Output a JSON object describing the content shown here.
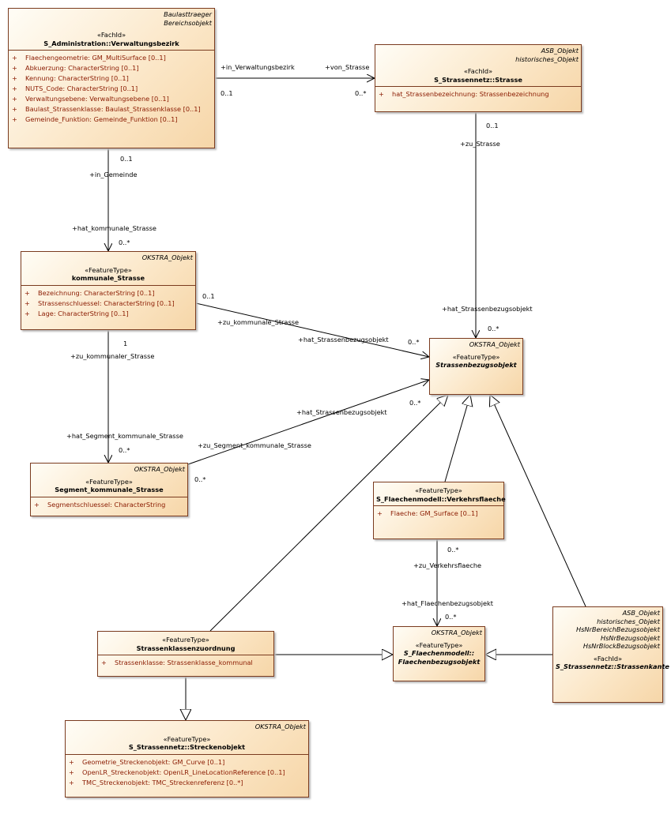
{
  "classes": {
    "verwaltungsbezirk": {
      "tags": [
        "Baulasttraeger",
        "Bereichsobjekt"
      ],
      "stereotype": "«FachId»",
      "name": [
        "S_Administration::Verwaltungsbezirk"
      ],
      "attributes": [
        "Flaechengeometrie: GM_MultiSurface [0..1]",
        "Abkuerzung: CharacterString [0..1]",
        "Kennung: CharacterString [0..1]",
        "NUTS_Code: CharacterString [0..1]",
        "Verwaltungsebene: Verwaltungsebene [0..1]",
        "Baulast_Strassenklasse: Baulast_Strassenklasse [0..1]",
        "Gemeinde_Funktion: Gemeinde_Funktion [0..1]"
      ]
    },
    "strasse": {
      "tags": [
        "ASB_Objekt",
        "historisches_Objekt"
      ],
      "stereotype": "«FachId»",
      "name": [
        "S_Strassennetz::Strasse"
      ],
      "attributes": [
        "hat_Strassenbezeichnung: Strassenbezeichnung"
      ]
    },
    "kommunale_strasse": {
      "tags": [
        "OKSTRA_Objekt"
      ],
      "stereotype": "«FeatureType»",
      "name": [
        "kommunale_Strasse"
      ],
      "attributes": [
        "Bezeichnung: CharacterString [0..1]",
        "Strassenschluessel: CharacterString [0..1]",
        "Lage: CharacterString [0..1]"
      ]
    },
    "strassenbezugsobjekt": {
      "tags": [
        "OKSTRA_Objekt"
      ],
      "stereotype": "«FeatureType»",
      "name": [
        "Strassenbezugsobjekt"
      ],
      "attributes": []
    },
    "segment": {
      "tags": [
        "OKSTRA_Objekt"
      ],
      "stereotype": "«FeatureType»",
      "name": [
        "Segment_kommunale_Strasse"
      ],
      "attributes": [
        "Segmentschluessel: CharacterString"
      ]
    },
    "verkehrsflaeche": {
      "tags": [],
      "stereotype": "«FeatureType»",
      "name": [
        "S_Flaechenmodell::Verkehrsflaeche"
      ],
      "attributes": [
        "Flaeche: GM_Surface [0..1]"
      ]
    },
    "strassenklassenzuordnung": {
      "tags": [],
      "stereotype": "«FeatureType»",
      "name": [
        "Strassenklassenzuordnung"
      ],
      "attributes": [
        "Strassenklasse: Strassenklasse_kommunal"
      ]
    },
    "flaechenbezugsobjekt": {
      "tags": [
        "OKSTRA_Objekt"
      ],
      "stereotype": "«FeatureType»",
      "name": [
        "S_Flaechenmodell::",
        "Flaechenbezugsobjekt"
      ],
      "attributes": []
    },
    "strassenkante": {
      "tags": [
        "ASB_Objekt",
        "historisches_Objekt",
        "HsNrBereichBezugsobjekt",
        "HsNrBezugsobjekt",
        "HsNrBlockBezugsobjekt"
      ],
      "stereotype": "«FachId»",
      "name": [
        "S_Strassennetz::Strassenkante"
      ],
      "attributes": []
    },
    "streckenobjekt": {
      "tags": [
        "OKSTRA_Objekt"
      ],
      "stereotype": "«FeatureType»",
      "name": [
        "S_Strassennetz::Streckenobjekt"
      ],
      "attributes": [
        "Geometrie_Streckenobjekt: GM_Curve [0..1]",
        "OpenLR_Streckenobjekt: OpenLR_LineLocationReference [0..1]",
        "TMC_Streckenobjekt: TMC_Streckenreferenz [0..*]"
      ]
    }
  },
  "labels": {
    "in_verwaltungsbezirk": "+in_Verwaltungsbezirk",
    "von_strasse": "+von_Strasse",
    "m_vb_strasse_1": "0..1",
    "m_vb_strasse_2": "0..*",
    "in_gemeinde": "+in_Gemeinde",
    "m_vb_ks_1": "0..1",
    "hat_kommunale_strasse": "+hat_kommunale_Strasse",
    "m_vb_ks_2": "0..*",
    "zu_strasse": "+zu_Strasse",
    "m_str_sbo_1": "0..1",
    "hat_strassenbezugsobjekt_1": "+hat_Strassenbezugsobjekt",
    "m_str_sbo_2": "0..*",
    "m_ks_sbo_1": "0..1",
    "zu_kommunale_strasse": "+zu_kommunale_Strasse",
    "hat_strassenbezugsobjekt_2": "+hat_Strassenbezugsobjekt",
    "m_ks_sbo_2": "0..*",
    "m_ks_seg_1": "1",
    "zu_kommunaler_strasse": "+zu_kommunaler_Strasse",
    "hat_segment": "+hat_Segment_kommunale_Strasse",
    "m_ks_seg_2": "0..*",
    "hat_strassenbezugsobjekt_3": "+hat_Strassenbezugsobjekt",
    "m_seg_sbo_1": "0..*",
    "zu_segment": "+zu_Segment_kommunale_Strasse",
    "m_seg_sbo_2": "0..*",
    "m_vf_fbo_1": "0..*",
    "zu_verkehrsflaeche": "+zu_Verkehrsflaeche",
    "hat_flaechenbezugsobjekt": "+hat_Flaechenbezugsobjekt",
    "m_vf_fbo_2": "0..*"
  }
}
